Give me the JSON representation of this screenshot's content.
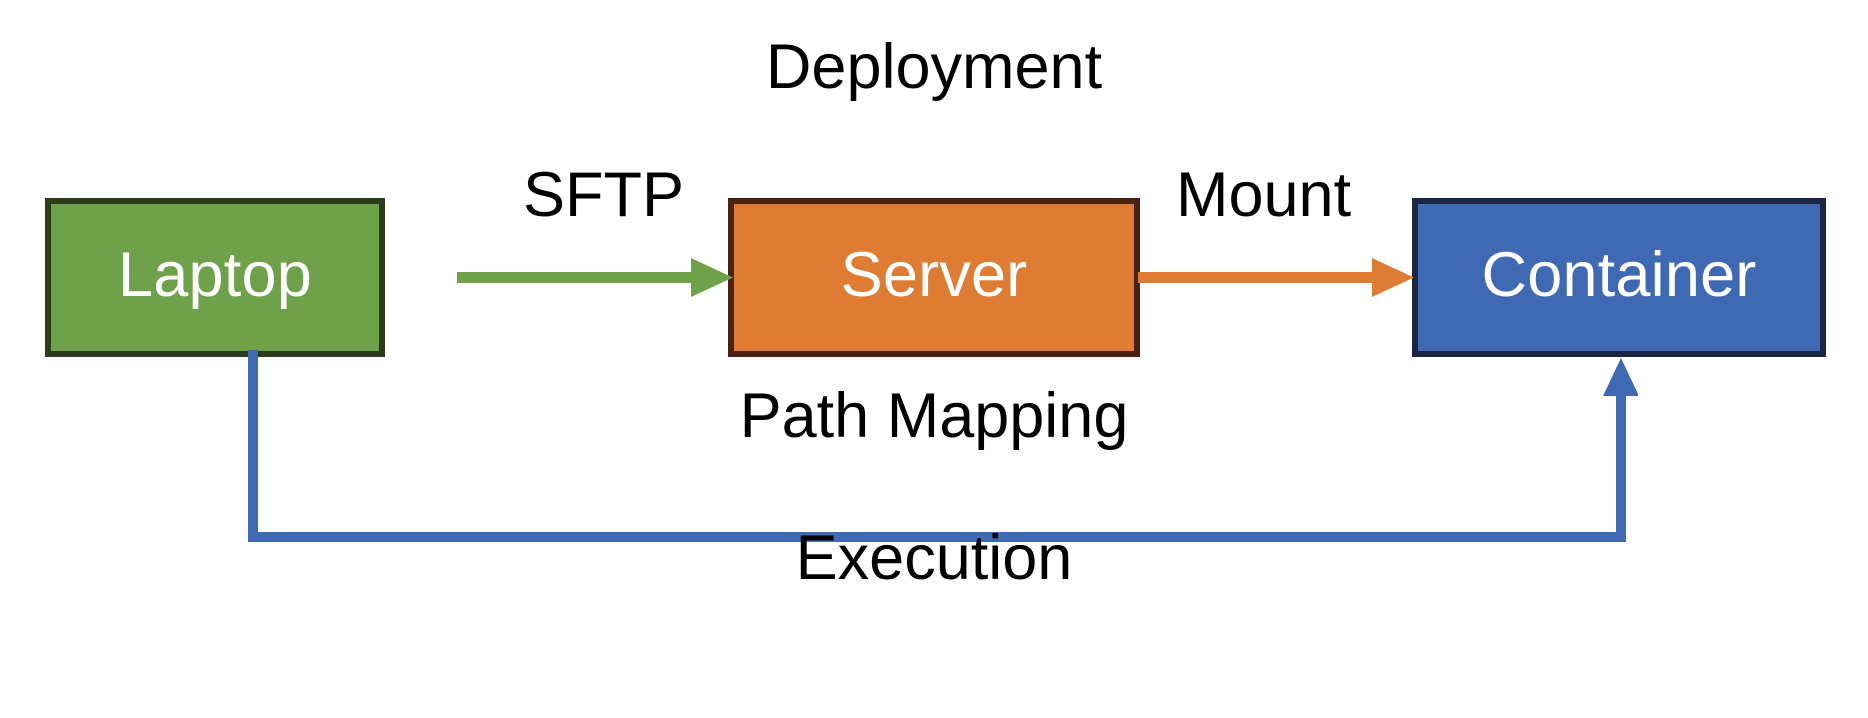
{
  "diagram": {
    "title": "Deployment",
    "bottom_caption": "Execution",
    "nodes": [
      {
        "id": "laptop",
        "label": "Laptop",
        "fill": "#6FA14A",
        "stroke": "#2B3D1B",
        "text_color": "#FFFFFF"
      },
      {
        "id": "server",
        "label": "Server",
        "fill": "#DE7C33",
        "stroke": "#4B2211",
        "text_color": "#FFFFFF"
      },
      {
        "id": "container",
        "label": "Container",
        "fill": "#4069B4",
        "stroke": "#1B2544",
        "text_color": "#FFFFFF"
      }
    ],
    "edges": [
      {
        "id": "sftp",
        "label": "SFTP",
        "from": "laptop",
        "to": "server",
        "color": "#6FA14A",
        "direction": "right"
      },
      {
        "id": "mount",
        "label": "Mount",
        "from": "server",
        "to": "container",
        "color": "#DE7C33",
        "direction": "right"
      },
      {
        "id": "path-mapping",
        "label": "Path Mapping",
        "from": "laptop",
        "to": "container",
        "color": "#4069B4",
        "direction": "up"
      }
    ]
  }
}
